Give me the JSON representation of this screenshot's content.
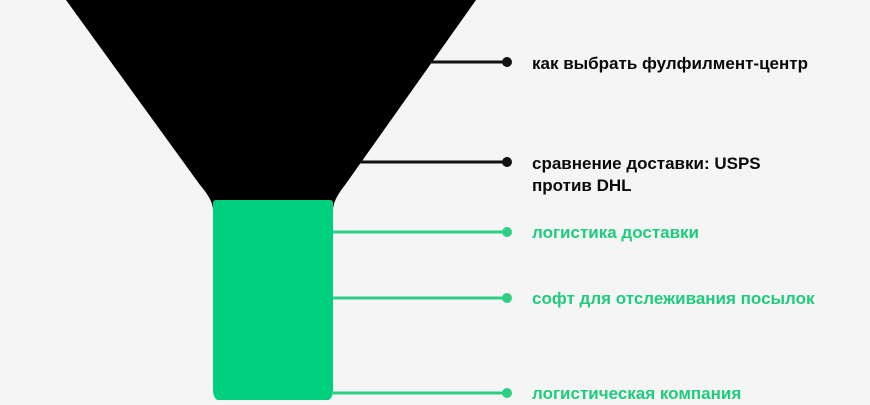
{
  "colors": {
    "funnel_top": "#000000",
    "funnel_bottom": "#00cf7d",
    "background": "#f5f5f5",
    "label_dark": "#0a0a0a",
    "label_green": "#1fcb7c"
  },
  "labels": [
    {
      "text": "как выбрать фулфилмент-центр",
      "tone": "dark"
    },
    {
      "text": "сравнение доставки: USPS против DHL",
      "line1": "сравнение доставки: USPS",
      "line2": "против DHL",
      "tone": "dark"
    },
    {
      "text": "логистика доставки",
      "tone": "green"
    },
    {
      "text": "софт для отслеживания посылок",
      "tone": "green"
    },
    {
      "text": "логистическая компания",
      "tone": "green"
    }
  ]
}
